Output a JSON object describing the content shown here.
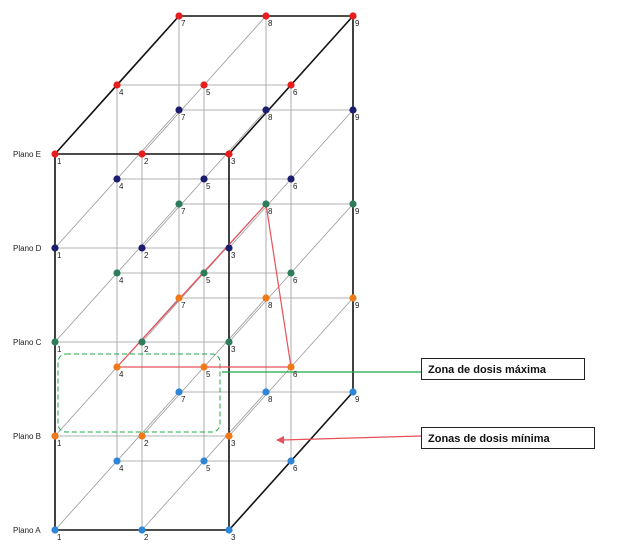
{
  "planes": [
    "Plano A",
    "Plano B",
    "Plano C",
    "Plano D",
    "Plano E"
  ],
  "point_numbers": [
    "1",
    "2",
    "3",
    "4",
    "5",
    "6",
    "7",
    "8",
    "9"
  ],
  "plane_colors": [
    "#2f86d6",
    "#f07a1a",
    "#2e7d5b",
    "#1d1d6e",
    "#e81d1d"
  ],
  "annotations": {
    "max_zone": "Zona de dosis máxima",
    "min_zone": "Zonas de dosis mínima"
  },
  "colors": {
    "max_zone": "#22a84a",
    "min_zone": "#e8505a",
    "frame": "#111111",
    "grid": "#9a9a9a"
  }
}
